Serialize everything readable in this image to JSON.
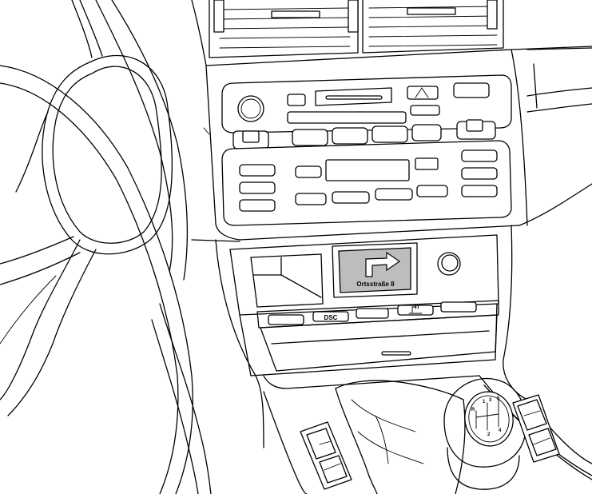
{
  "display": {
    "street": "Ortsstraße 8",
    "turn_arrow_icon": "turn-right-arrow-icon",
    "background": "#bdbdbd"
  },
  "buttons": {
    "dsc_label": "DSC",
    "seat_heating_icon": "seat-heating-icon"
  },
  "gear_knob": {
    "gears": [
      "R",
      "1",
      "2",
      "3",
      "4",
      "5"
    ]
  }
}
